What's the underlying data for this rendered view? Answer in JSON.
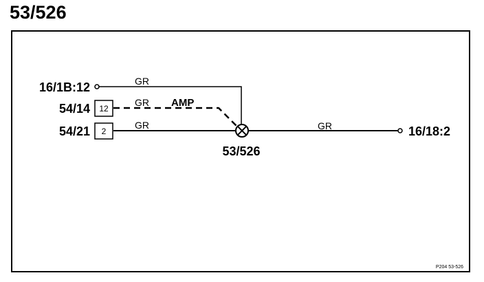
{
  "title": "53/526",
  "diagram": {
    "splice_label": "53/526",
    "connections": [
      {
        "id": "c1",
        "label": "16/1B:12",
        "terminal": "ring",
        "pin": ""
      },
      {
        "id": "c2",
        "label": "54/14",
        "terminal": "box",
        "pin": "12"
      },
      {
        "id": "c3",
        "label": "54/21",
        "terminal": "box",
        "pin": "2"
      },
      {
        "id": "c4",
        "label": "16/18:2",
        "terminal": "ring",
        "pin": ""
      }
    ],
    "wires": [
      {
        "id": "w1",
        "from": "16/1B:12",
        "to": "53/526",
        "color_code": "GR",
        "style": "solid"
      },
      {
        "id": "w2",
        "from": "54/14",
        "to": "53/526",
        "color_code": "GR",
        "style": "dashed",
        "note": "AMP"
      },
      {
        "id": "w3",
        "from": "54/21",
        "to": "53/526",
        "color_code": "GR",
        "style": "solid"
      },
      {
        "id": "w4",
        "from": "53/526",
        "to": "16/18:2",
        "color_code": "GR",
        "style": "solid"
      }
    ],
    "page_ref": "P204  53-526"
  }
}
